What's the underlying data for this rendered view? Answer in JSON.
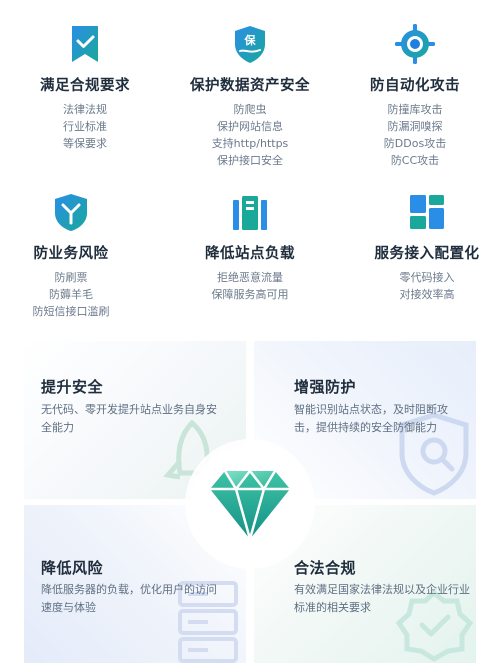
{
  "features": [
    {
      "icon": "check-bookmark-icon",
      "title": "满足合规要求",
      "items": [
        "法律法规",
        "行业标准",
        "等保要求"
      ]
    },
    {
      "icon": "shield-protect-icon",
      "badge": "保",
      "title": "保护数据资产安全",
      "items": [
        "防爬虫",
        "保护网站信息",
        "支持http/https",
        "保护接口安全"
      ]
    },
    {
      "icon": "target-icon",
      "title": "防自动化攻击",
      "items": [
        "防撞库攻击",
        "防漏洞嗅探",
        "防DDos攻击",
        "防CC攻击"
      ]
    },
    {
      "icon": "shield-y-icon",
      "title": "防业务风险",
      "items": [
        "防刷票",
        "防薅羊毛",
        "防短信接口滥刷"
      ]
    },
    {
      "icon": "server-bars-icon",
      "title": "降低站点负载",
      "items": [
        "拒绝恶意流量",
        "保障服务高可用"
      ]
    },
    {
      "icon": "layout-blocks-icon",
      "title": "服务接入配置化",
      "items": [
        "零代码接入",
        "对接效率高"
      ]
    }
  ],
  "advantages": [
    {
      "title": "提升安全",
      "desc": "无代码、零开发提升站点业务自身安全能力"
    },
    {
      "title": "增强防护",
      "desc": "智能识别站点状态，及时阻断攻击，提供持续的安全防御能力"
    },
    {
      "title": "降低风险",
      "desc": "降低服务器的负载，优化用户的访问速度与体验"
    },
    {
      "title": "合法合规",
      "desc": "有效满足国家法律法规以及企业行业标准的相关要求"
    }
  ],
  "colors": {
    "brand_blue": "#1e6fd9",
    "brand_teal": "#1aa89a",
    "text_dark": "#1f2d3d",
    "text_muted": "#6b7a8c"
  }
}
